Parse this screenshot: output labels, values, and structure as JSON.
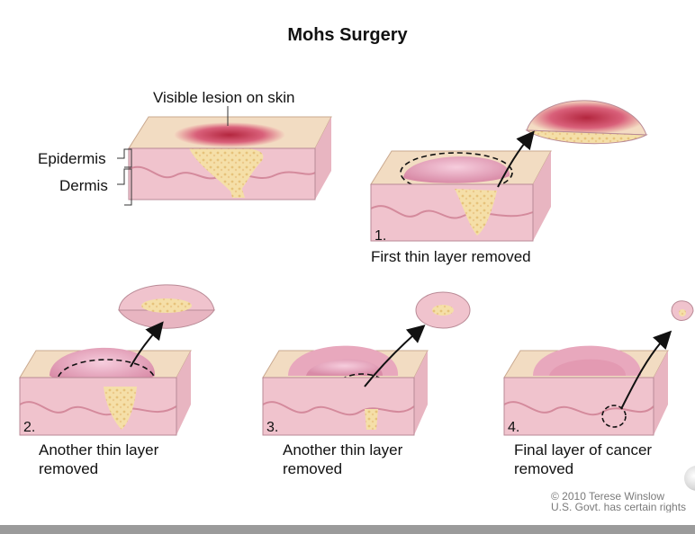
{
  "title": "Mohs Surgery",
  "labels": {
    "lesion": "Visible lesion on skin",
    "epidermis": "Epidermis",
    "dermis": "Dermis"
  },
  "steps": [
    {
      "number": "1.",
      "caption_line1": "First thin layer removed",
      "caption_line2": ""
    },
    {
      "number": "2.",
      "caption_line1": "Another thin layer",
      "caption_line2": "removed"
    },
    {
      "number": "3.",
      "caption_line1": "Another thin layer",
      "caption_line2": "removed"
    },
    {
      "number": "4.",
      "caption_line1": "Final layer of cancer",
      "caption_line2": "removed"
    }
  ],
  "copyright": {
    "line1": "© 2010 Terese Winslow",
    "line2": "U.S. Govt. has certain rights"
  },
  "colors": {
    "skin_top": "#f4dcc3",
    "dermis": "#f0c3cd",
    "dermis_dark": "#d98fa0",
    "cut": "#e8a3b8",
    "tumor": "#f5dfa8",
    "lesion": "#c23b4e"
  }
}
